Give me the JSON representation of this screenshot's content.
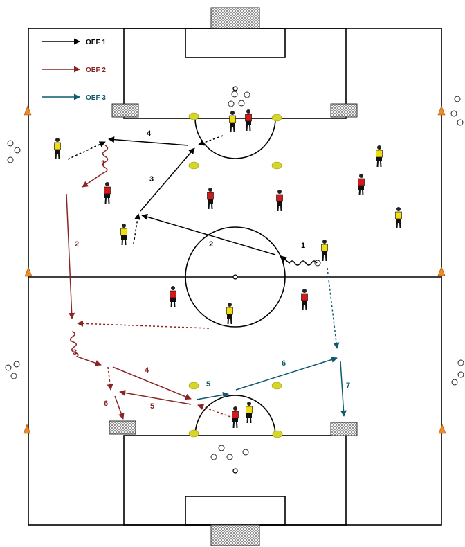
{
  "colors": {
    "oef1": "#000000",
    "oef2": "#8b2525",
    "oef3": "#0e5a6e",
    "player_yellow": "#f2dc12",
    "player_red": "#d11a1a",
    "cone": "#f08a24",
    "marker": "#d6d628"
  },
  "legend": [
    {
      "label": "OEF 1",
      "color_key": "oef1"
    },
    {
      "label": "OEF 2",
      "color_key": "oef2"
    },
    {
      "label": "OEF 3",
      "color_key": "oef3"
    }
  ],
  "labels": {
    "oef1": [
      "1",
      "2",
      "3",
      "4"
    ],
    "oef2": [
      "1",
      "2",
      "3",
      "4",
      "5",
      "6"
    ],
    "oef3": [
      "5",
      "6",
      "7"
    ]
  }
}
